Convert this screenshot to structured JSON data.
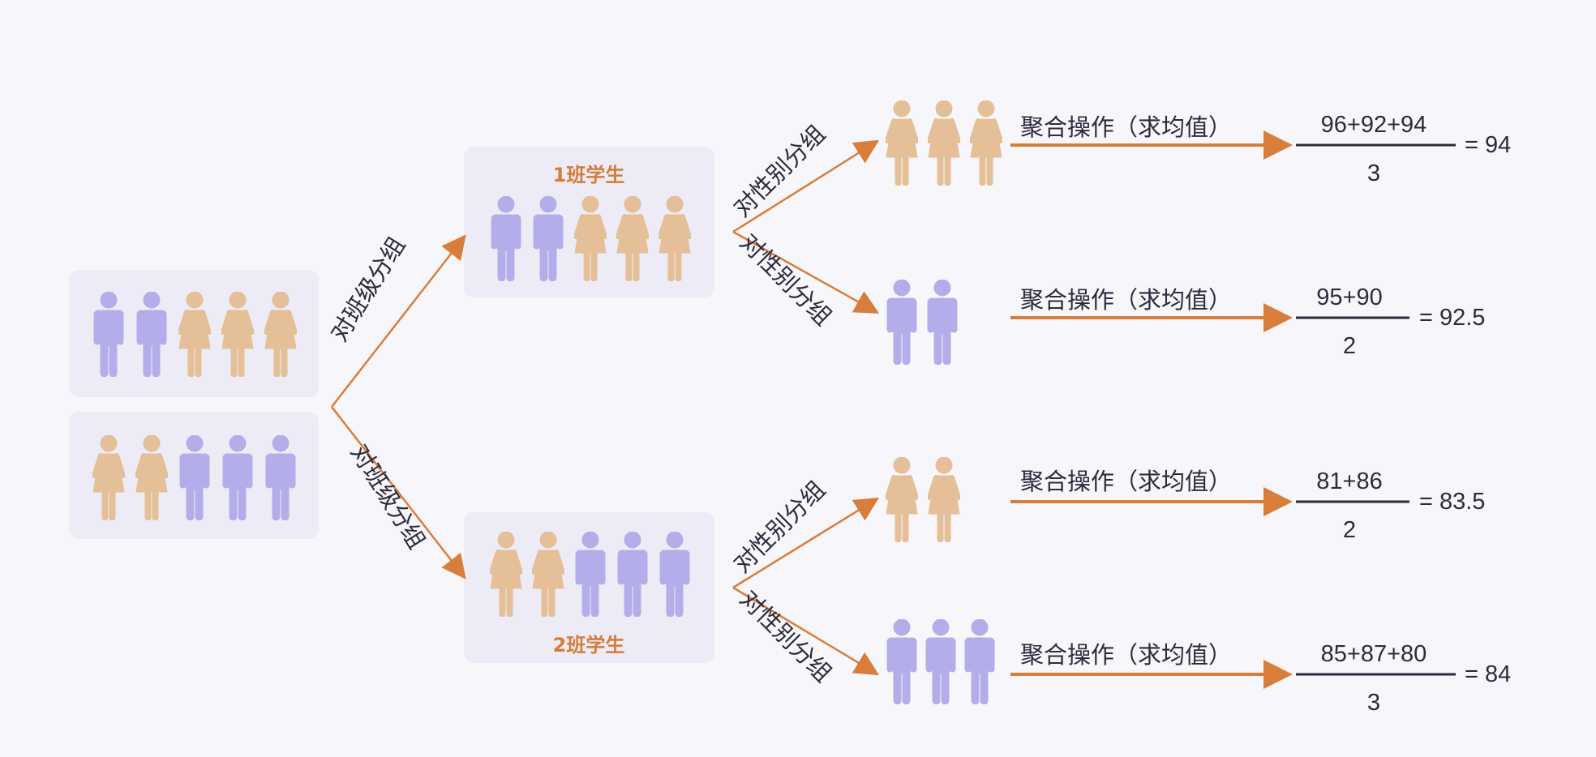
{
  "colors": {
    "male": "#b3aeea",
    "female": "#e4bf98",
    "arrow": "#d97d3a",
    "box": "#edecf6",
    "text": "#2b2b3c",
    "class_label": "#d57c36"
  },
  "groups": {
    "start_a": [
      "m",
      "m",
      "f",
      "f",
      "f"
    ],
    "start_b": [
      "f",
      "f",
      "m",
      "m",
      "m"
    ],
    "class1": [
      "m",
      "m",
      "f",
      "f",
      "f"
    ],
    "class2": [
      "f",
      "f",
      "m",
      "m",
      "m"
    ],
    "r1": [
      "f",
      "f",
      "f"
    ],
    "r2": [
      "m",
      "m"
    ],
    "r3": [
      "f",
      "f"
    ],
    "r4": [
      "m",
      "m",
      "m"
    ]
  },
  "labels": {
    "group_by_class": "对班级分组",
    "group_by_gender": "对性别分组",
    "class1": "1班学生",
    "class2": "2班学生",
    "aggregate": "聚合操作（求均值）"
  },
  "results": [
    {
      "numerator": "96+92+94",
      "denominator": "3",
      "result": "= 94"
    },
    {
      "numerator": "95+90",
      "denominator": "2",
      "result": "= 92.5"
    },
    {
      "numerator": "81+86",
      "denominator": "2",
      "result": "= 83.5"
    },
    {
      "numerator": "85+87+80",
      "denominator": "3",
      "result": "= 84"
    }
  ]
}
